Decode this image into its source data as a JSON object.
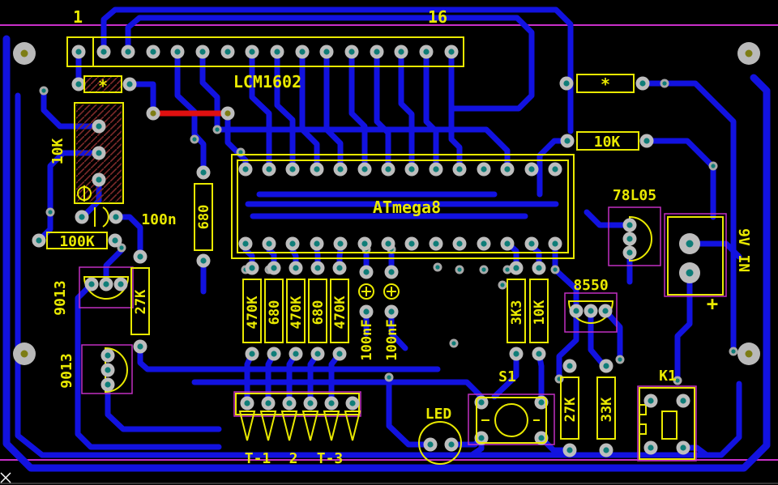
{
  "board": {
    "name": "PCB layout",
    "colors": {
      "background": "#000000",
      "copper_trace": "#1212e0",
      "silkscreen": "#e9e900",
      "pad_ring": "#bdbdbd",
      "pad_hole": "#0f7d78",
      "mount_hole": "#7d7d14",
      "board_outline": "#c92fc9",
      "jumper_wire": "#e01010"
    }
  },
  "silkscreen": {
    "lcd_header": {
      "pin_first": "1",
      "pin_last": "16",
      "label": "LCM1602"
    },
    "jumper_left_label": "*",
    "jumper_right_label": "*",
    "pot_contrast": "10K",
    "r_pullup": "10K",
    "regulator": "78L05",
    "mcu": "ATmega8",
    "c_filter": "100n",
    "r_680_top": "680",
    "r_100k": "100K",
    "q1": "9013",
    "r_27k_left": "27K",
    "q2": "9013",
    "r_bank": [
      "470K",
      "680",
      "470K",
      "680",
      "470K"
    ],
    "c_bank": [
      "100nF",
      "100nF"
    ],
    "r_3k3": "3K3",
    "r_10k_mid": "10K",
    "q3": "8550",
    "button": "S1",
    "led": "LED",
    "r_27k_right": "27K",
    "r_33k": "33K",
    "relay": "K1",
    "t_headers": [
      "T-1",
      "2",
      "T-3"
    ],
    "power_label": "9V IN",
    "power_polarity": "+"
  }
}
